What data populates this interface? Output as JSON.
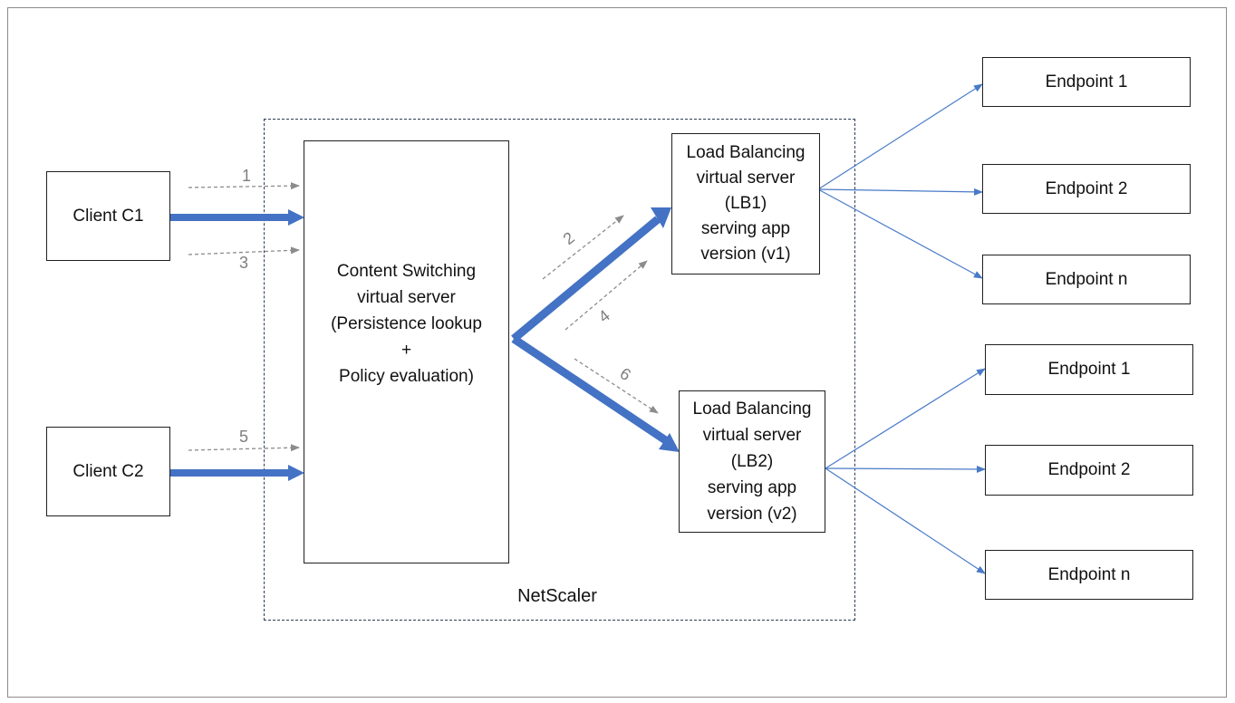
{
  "diagram": {
    "container_label": "NetScaler",
    "clients": [
      {
        "id": "c1",
        "label": "Client C1"
      },
      {
        "id": "c2",
        "label": "Client C2"
      }
    ],
    "content_switching": {
      "lines": [
        "Content Switching",
        "virtual server",
        "(Persistence lookup",
        "+",
        "Policy evaluation)"
      ]
    },
    "load_balancers": [
      {
        "id": "lb1",
        "lines": [
          "Load Balancing",
          "virtual server",
          "(LB1)",
          "serving app",
          "version (v1)"
        ]
      },
      {
        "id": "lb2",
        "lines": [
          "Load Balancing",
          "virtual server",
          "(LB2)",
          "serving app",
          "version (v2)"
        ]
      }
    ],
    "endpoints_lb1": [
      "Endpoint 1",
      "Endpoint 2",
      "Endpoint n"
    ],
    "endpoints_lb2": [
      "Endpoint 1",
      "Endpoint 2",
      "Endpoint n"
    ],
    "steps": [
      "1",
      "2",
      "3",
      "4",
      "5",
      "6"
    ]
  },
  "colors": {
    "thick_arrow": "#4472c4",
    "thick_arrow_outline": "#2f5597",
    "thin_arrow": "#4a7bc8",
    "dashed_arrow": "#8c8c8c",
    "box_border": "#1f1f1f",
    "container_border": "#2d3e55"
  }
}
